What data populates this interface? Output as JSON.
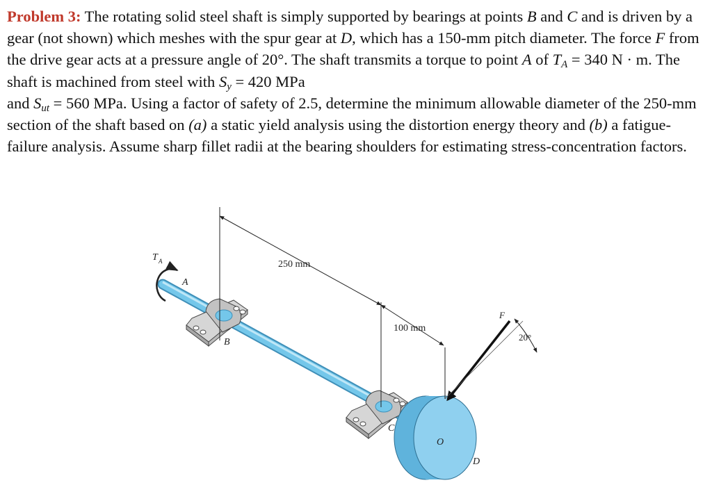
{
  "problem": {
    "label": "Problem 3:",
    "segments": [
      " The rotating solid steel shaft is simply supported by bearings at points ",
      "B",
      " and ",
      "C",
      " and is driven by a gear (not shown) which meshes with the spur gear at ",
      "D",
      ", which has a 150-mm pitch diameter. The force ",
      "F",
      " from the drive gear acts at a pressure angle of 20°. The shaft transmits a torque to point ",
      "A",
      " of ",
      "T",
      "A",
      " = 340 N · m. The shaft is machined from steel with ",
      "S",
      "y",
      " = 420 MPa",
      "and ",
      "S",
      "ut",
      " = 560 MPa. Using a factor of safety of 2.5, determine the minimum allowable diameter of the 250-mm section of the shaft based on ",
      "(a)",
      " a static yield analysis using the distortion energy theory and ",
      "(b)",
      " a fatigue-failure analysis. Assume sharp fillet radii at the bearing shoulders for estimating stress-concentration factors."
    ]
  },
  "figure": {
    "dim_250": "250 mm",
    "dim_100": "100 mm",
    "angle": "20°",
    "torque_T": "T",
    "torque_sub": "A",
    "point_A": "A",
    "point_B": "B",
    "point_C": "C",
    "point_D": "D",
    "force_F": "F",
    "center_O": "O",
    "colors": {
      "shaft": "#74c7ea",
      "gear": "#8fd0ef",
      "bearing": "#b8b8b8",
      "label": "#c0392b"
    }
  }
}
